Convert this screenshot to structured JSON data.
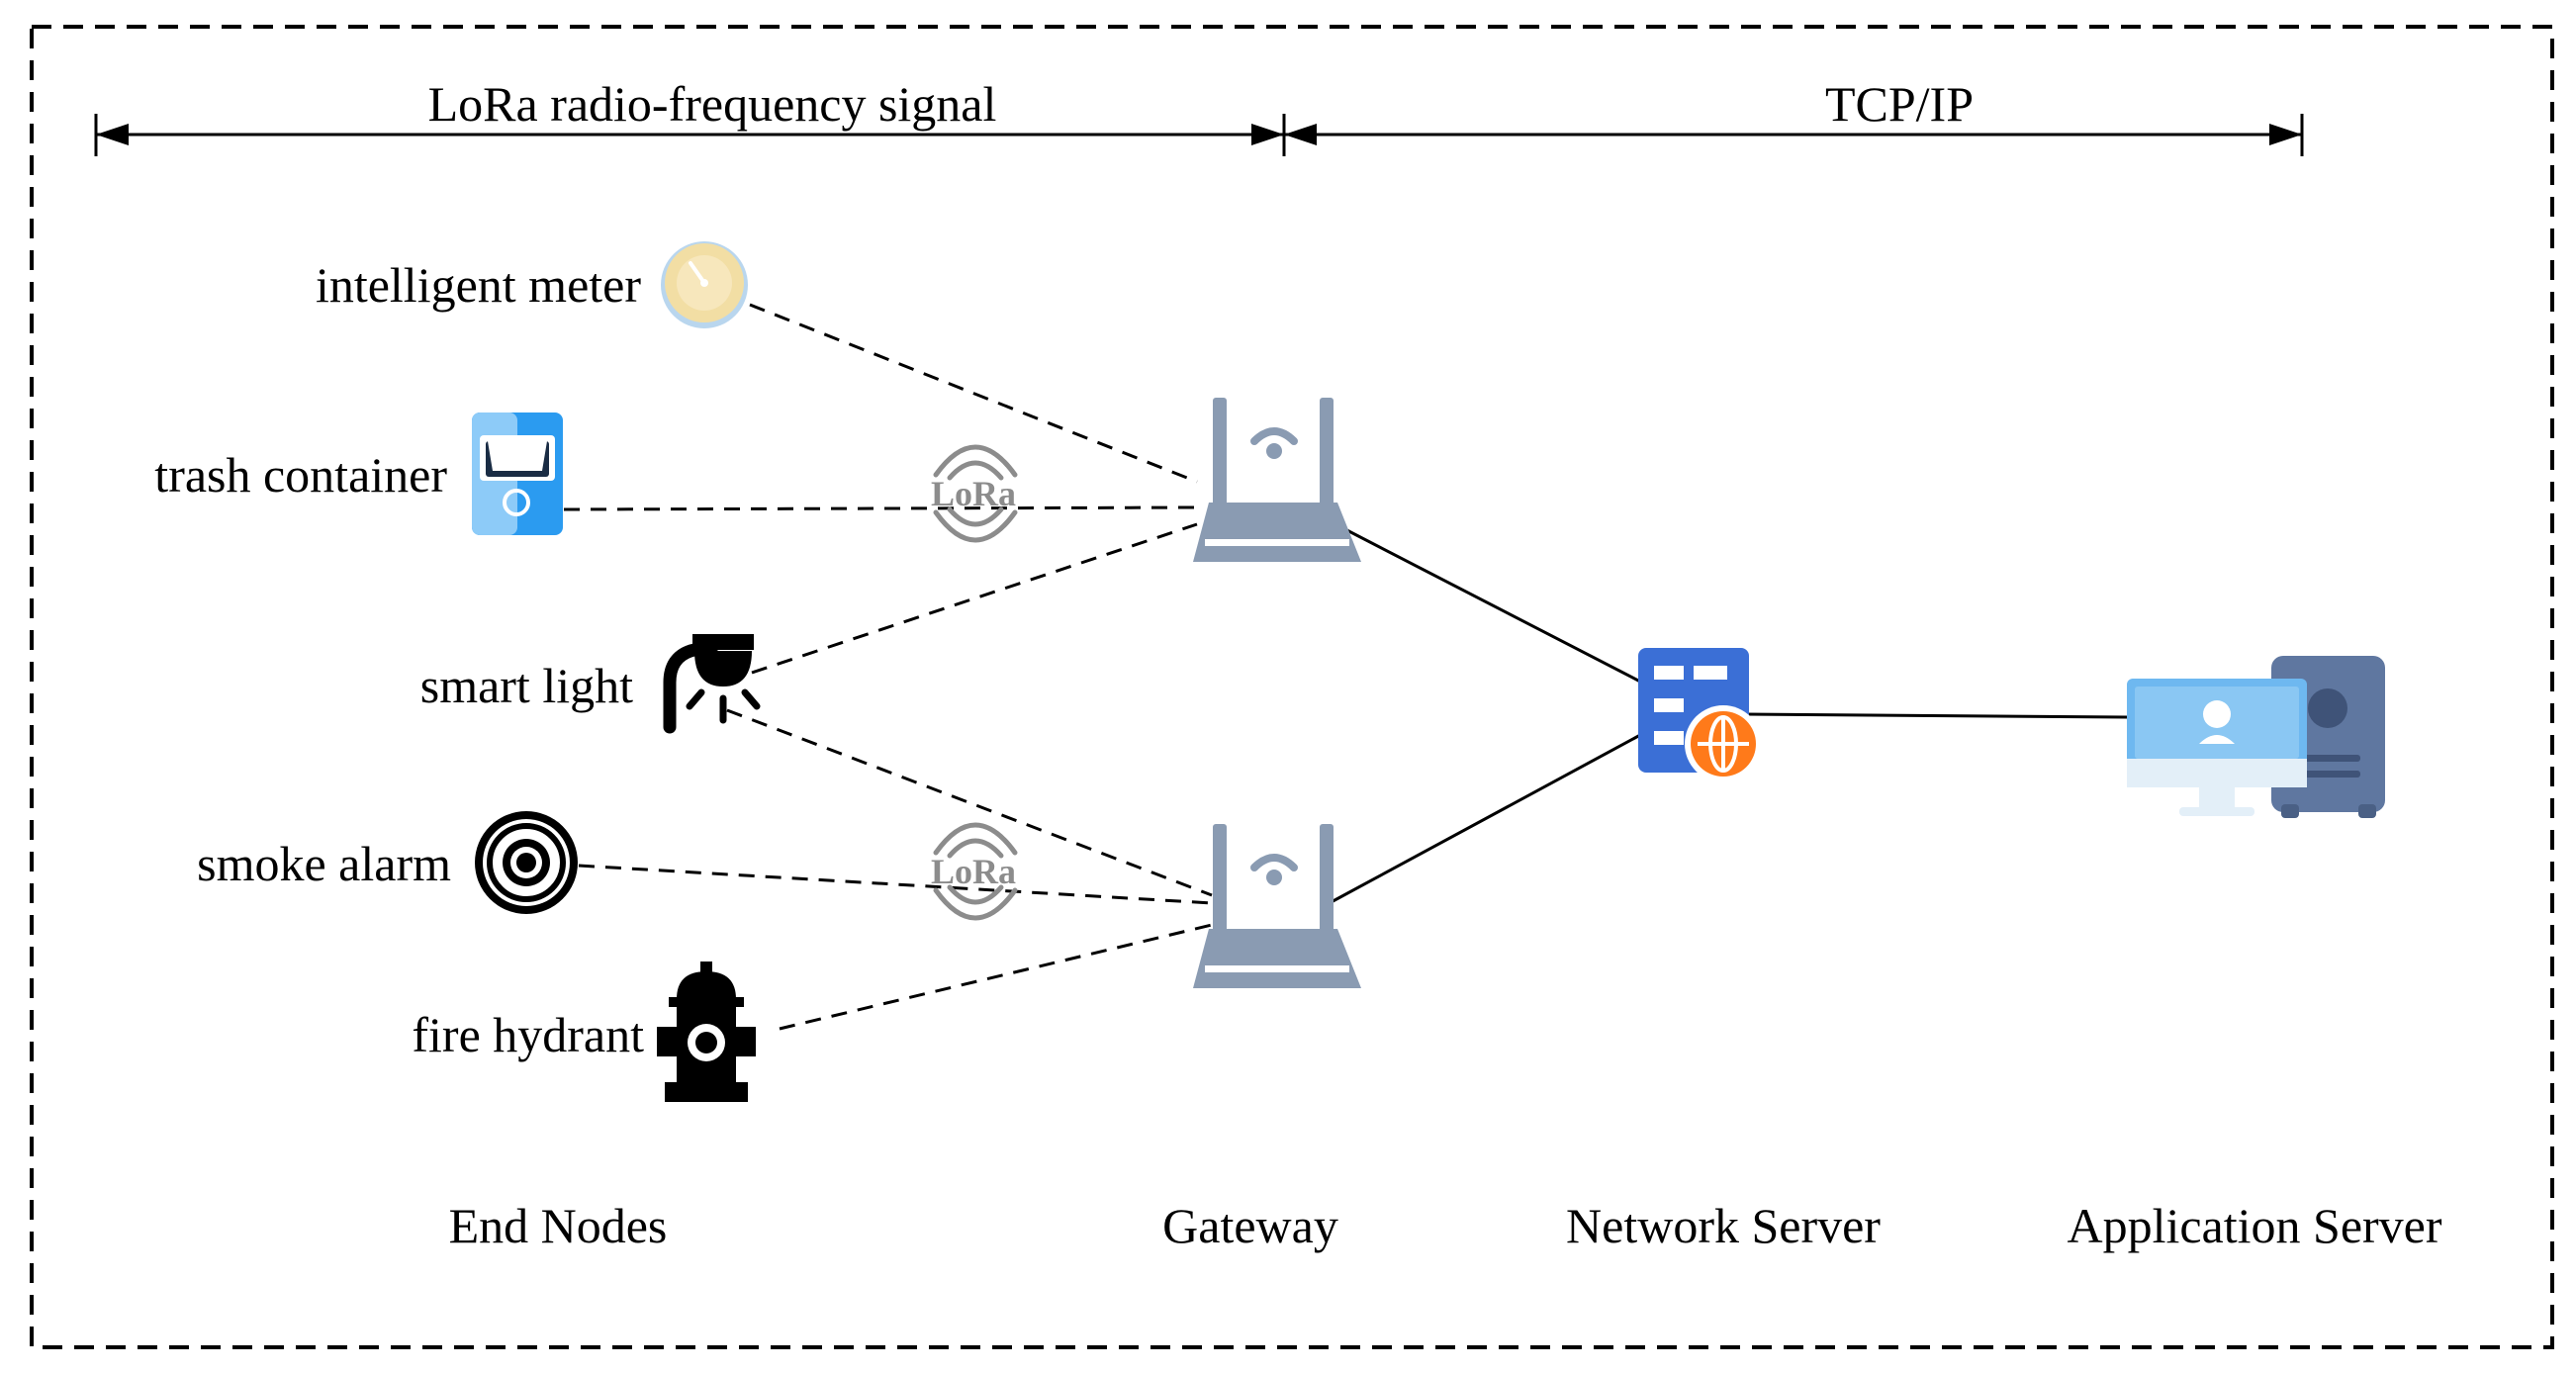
{
  "protocols": {
    "lora_signal": "LoRa radio-frequency signal",
    "tcp_ip": "TCP/IP"
  },
  "end_nodes": [
    {
      "label": "intelligent meter",
      "icon": "meter-icon"
    },
    {
      "label": "trash container",
      "icon": "trash-container-icon"
    },
    {
      "label": "smart light",
      "icon": "smart-light-icon"
    },
    {
      "label": "smoke alarm",
      "icon": "smoke-alarm-icon"
    },
    {
      "label": "fire hydrant",
      "icon": "fire-hydrant-icon"
    }
  ],
  "lora_badge": "LoRa",
  "tiers": {
    "end_nodes": "End Nodes",
    "gateway": "Gateway",
    "network_server": "Network Server",
    "application_server": "Application Server"
  },
  "colors": {
    "gateway": "#8A9BB2",
    "server_blue": "#3B6FD6",
    "globe_orange": "#FF7A1A",
    "monitor_screen": "#6EB8F0",
    "tower": "#5F77A0",
    "trash_blue": "#2B9BF0",
    "meter_yellow": "#F2DEA4",
    "lora_grey": "#8C8C8C"
  }
}
